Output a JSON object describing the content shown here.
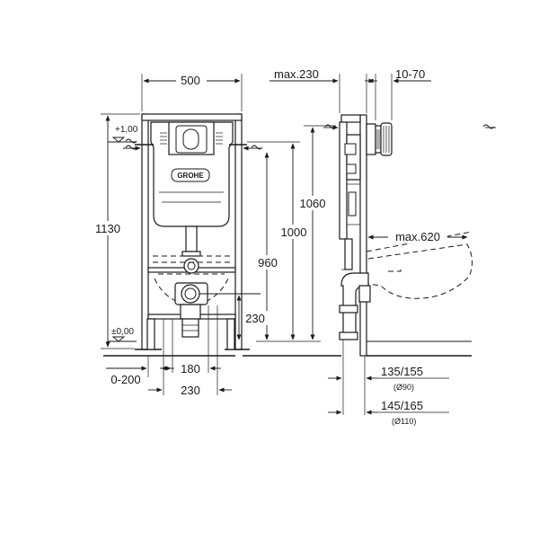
{
  "front_view": {
    "width_label": "500",
    "height_label": "1130",
    "level_top_label": "+1,00",
    "level_floor_label": "±0,00",
    "h1060_label": "1060",
    "h1000_label": "1000",
    "h960_label": "960",
    "h230_label": "230",
    "offset_label": "0-200",
    "w180_label": "180",
    "w230_label": "230",
    "brand_logo_text": "GROHE"
  },
  "side_view": {
    "depth_max_label": "max.230",
    "adjust_label": "10-70",
    "bowl_max_label": "max.620",
    "pipe90_label": "135/155",
    "pipe90_dia_label": "(Ø90)",
    "pipe110_label": "145/165",
    "pipe110_dia_label": "(Ø110)"
  }
}
